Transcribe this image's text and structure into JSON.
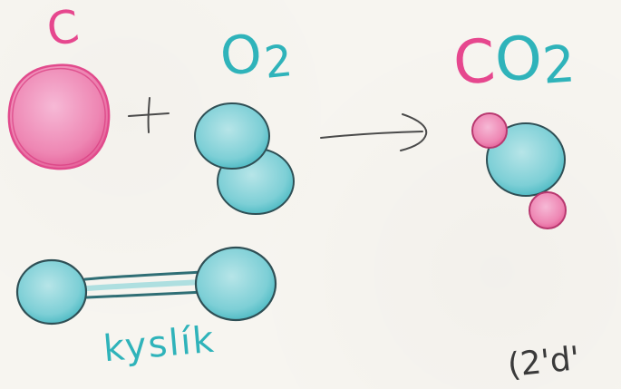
{
  "labels": {
    "carbon": "C",
    "oxygen_base": "O",
    "oxygen_sub": "2",
    "co2_c": "C",
    "co2_o": "O",
    "co2_sub": "2",
    "plus": "+",
    "kyslik": "kyslík",
    "corner_note": "(2'd'"
  },
  "colors": {
    "pink": "#e6478e",
    "teal": "#2fb3ba",
    "pencil": "#3a3a3a"
  },
  "icons": {
    "carbon_atom": "pink-circle",
    "oxygen_atom": "teal-circle",
    "arrow": "right-arrow",
    "plus": "plus-sign"
  }
}
